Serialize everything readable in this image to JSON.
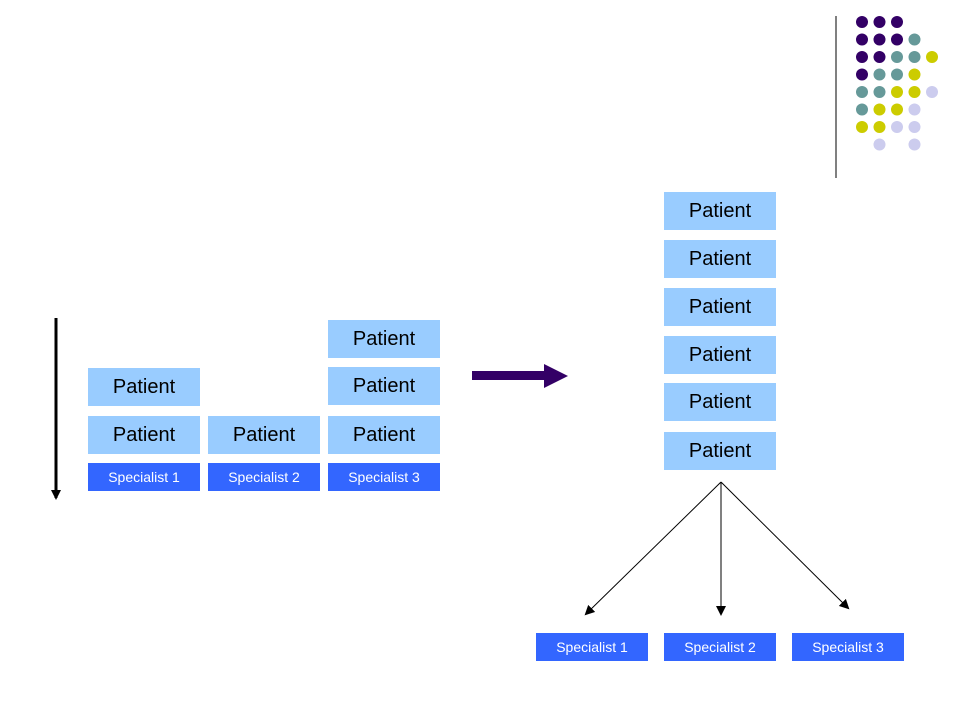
{
  "colors": {
    "patient_fill": "#99ccff",
    "specialist_fill": "#3366ff",
    "arrow_purple": "#330066",
    "dot_palette": [
      "#330066",
      "#669999",
      "#cccc00",
      "#ccccee"
    ]
  },
  "left": {
    "specialists": [
      {
        "label": "Specialist 1"
      },
      {
        "label": "Specialist 2"
      },
      {
        "label": "Specialist 3"
      }
    ],
    "queues": [
      [
        "Patient",
        "Patient"
      ],
      [
        "Patient"
      ],
      [
        "Patient",
        "Patient",
        "Patient"
      ]
    ]
  },
  "right": {
    "queue": [
      "Patient",
      "Patient",
      "Patient",
      "Patient",
      "Patient",
      "Patient"
    ],
    "specialists": [
      {
        "label": "Specialist 1"
      },
      {
        "label": "Specialist 2"
      },
      {
        "label": "Specialist 3"
      }
    ]
  },
  "decor": {
    "dot_rows": [
      [
        0,
        0,
        0,
        -1
      ],
      [
        0,
        0,
        0,
        1
      ],
      [
        0,
        0,
        1,
        1,
        2
      ],
      [
        0,
        1,
        1,
        2
      ],
      [
        1,
        1,
        2,
        2,
        3
      ],
      [
        1,
        2,
        2,
        3
      ],
      [
        2,
        2,
        3,
        3
      ],
      [
        -1,
        3,
        -1,
        3
      ]
    ]
  }
}
